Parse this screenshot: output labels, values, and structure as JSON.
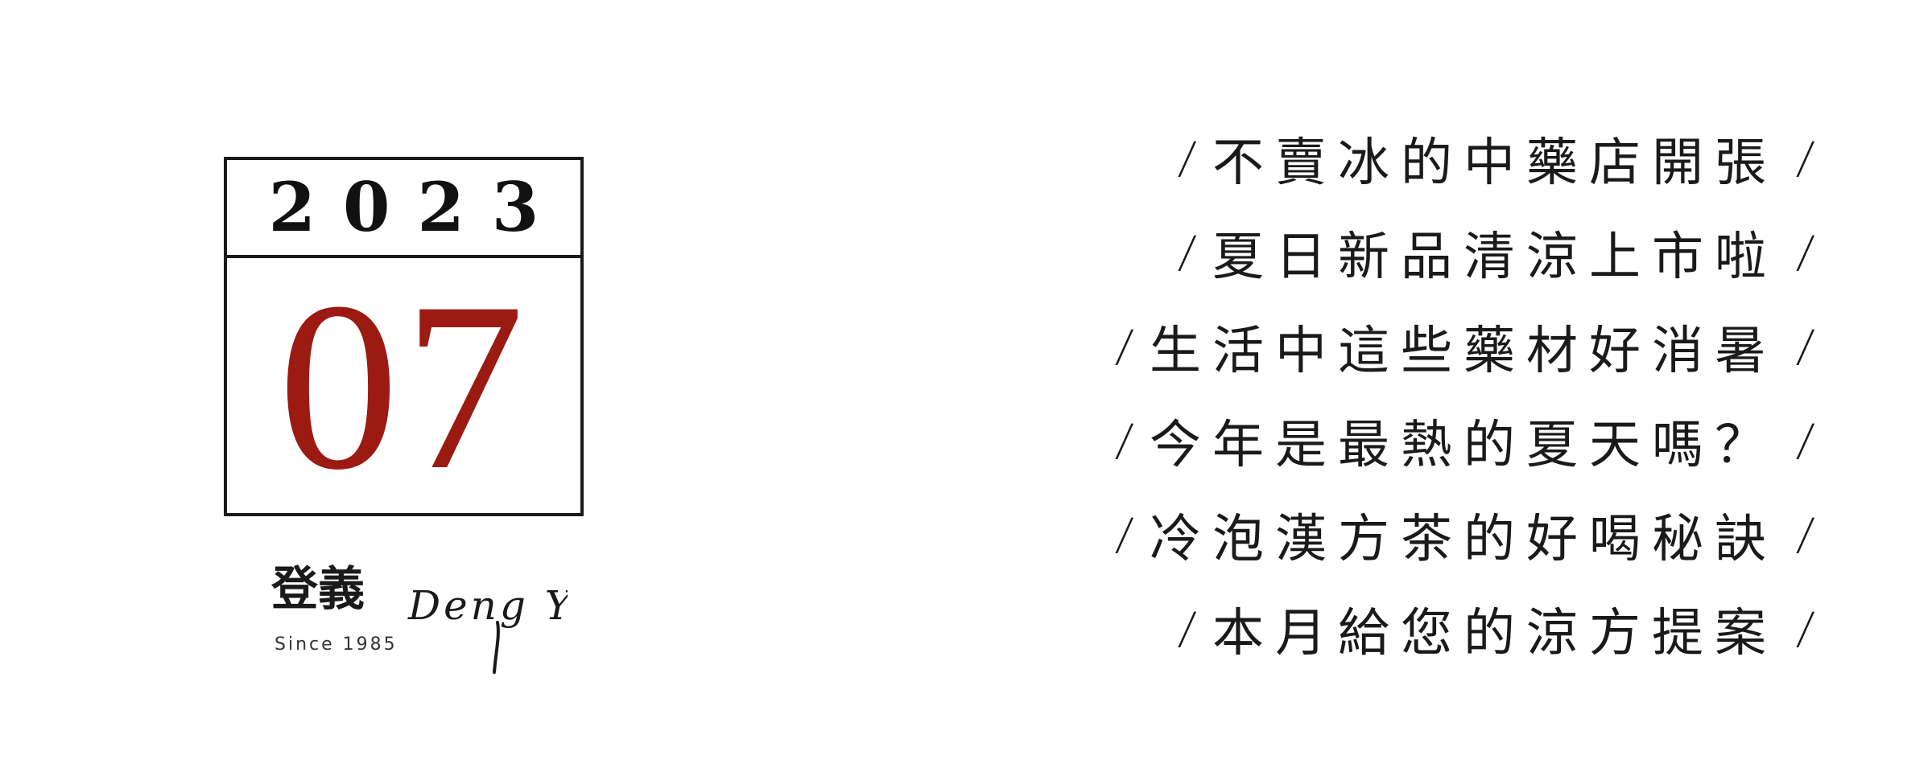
{
  "calendar": {
    "year": "2023",
    "month": "07"
  },
  "logo": {
    "brand_chinese": "登義",
    "brand_latin": "Deng Yi",
    "tagline": "Since 1985"
  },
  "colors": {
    "accent": "#9b1b13",
    "text": "#1a1a1a",
    "background": "#ffffff"
  },
  "headlines": {
    "separator": "/",
    "items": [
      "不賣冰的中藥店開張",
      "夏日新品清涼上市啦",
      "生活中這些藥材好消暑",
      "今年是最熱的夏天嗎？",
      "冷泡漢方茶的好喝秘訣",
      "本月給您的涼方提案"
    ]
  }
}
